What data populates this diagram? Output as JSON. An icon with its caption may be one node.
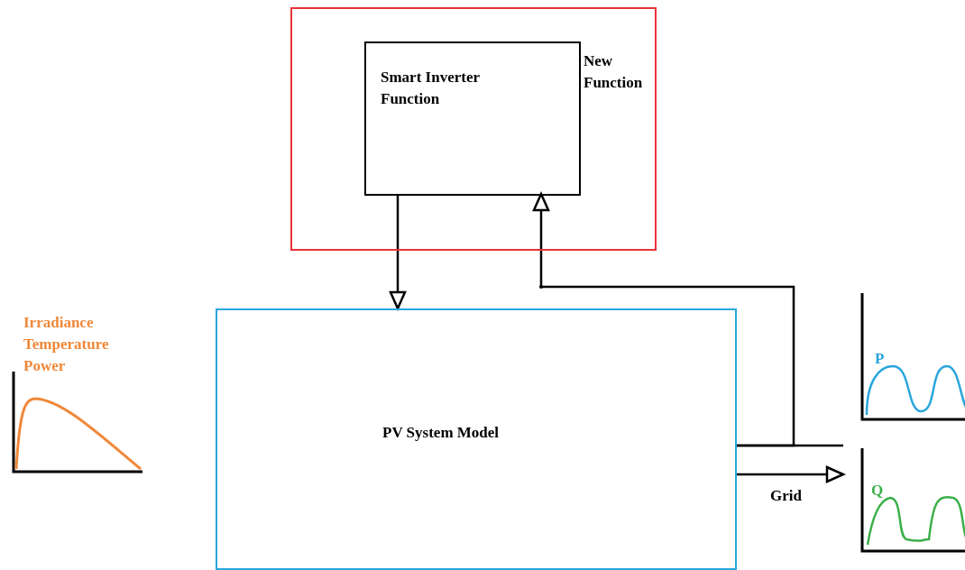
{
  "diagram": {
    "nodes": [
      {
        "text": [
          "New Function"
        ]
      },
      {
        "text": [
          "Smart Inverter Function"
        ],
        "in": 0
      },
      {
        "text": [
          "PV System Model"
        ]
      },
      {
        "text": [
          "P"
        ]
      },
      {
        "text": [
          "Q"
        ]
      }
    ],
    "edges": [
      {
        "from": 1,
        "to": 2,
        "arrow": "to"
      },
      {
        "from": 2,
        "to": 1,
        "arrow": "to"
      },
      {
        "from": 2,
        "to": null,
        "arrow": "none"
      },
      {
        "from": 2,
        "to": 4,
        "arrow": "to",
        "label": "Grid"
      }
    ],
    "labels": [
      "Irradiance Temperature Power"
    ]
  }
}
